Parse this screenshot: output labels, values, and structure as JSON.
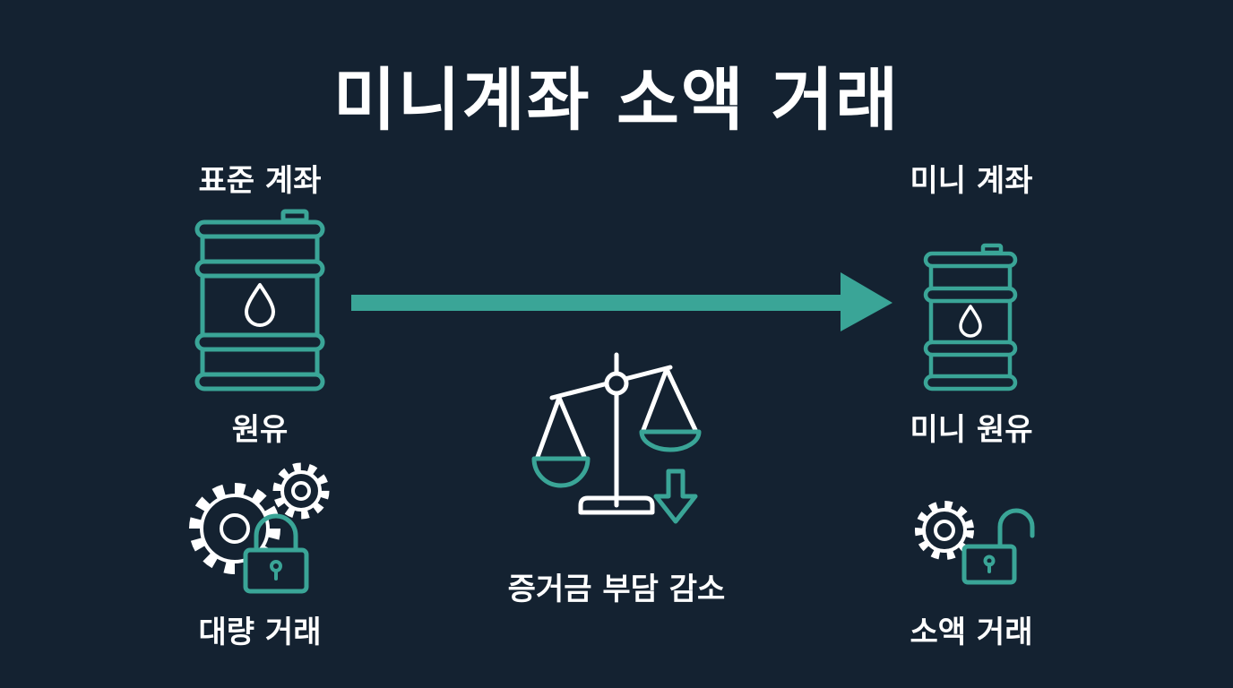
{
  "title": "미니계좌 소액 거래",
  "standard": {
    "account_label": "표준 계좌",
    "product_label": "원유",
    "trade_label": "대량 거래"
  },
  "mini": {
    "account_label": "미니 계좌",
    "product_label": "미니 원유",
    "trade_label": "소액 거래"
  },
  "center": {
    "margin_label": "증거금 부담 감소"
  },
  "icons": {
    "standard_barrel": "oil-barrel-icon",
    "mini_barrel": "oil-barrel-icon",
    "arrow": "arrow-right-icon",
    "scale": "balance-scale-icon",
    "down_arrow": "arrow-down-icon",
    "standard_security": "gears-locked-icon",
    "mini_security": "gear-unlocked-icon"
  },
  "colors": {
    "background": "#142231",
    "accent": "#3aa597",
    "text": "#ffffff"
  }
}
